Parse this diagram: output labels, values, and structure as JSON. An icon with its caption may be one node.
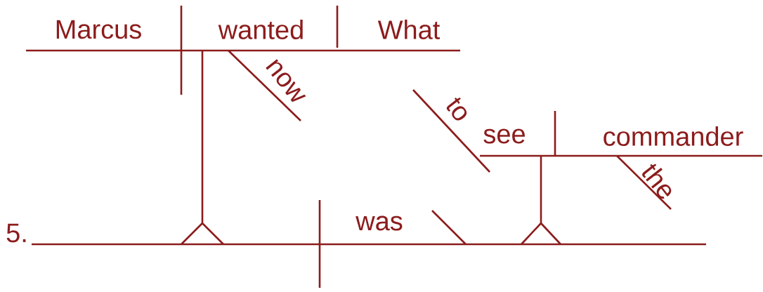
{
  "diagram": {
    "labels": [
      "Marcus",
      "wanted",
      "What",
      "now",
      "to",
      "see",
      "commander",
      "the",
      "5.",
      "was"
    ]
  }
}
